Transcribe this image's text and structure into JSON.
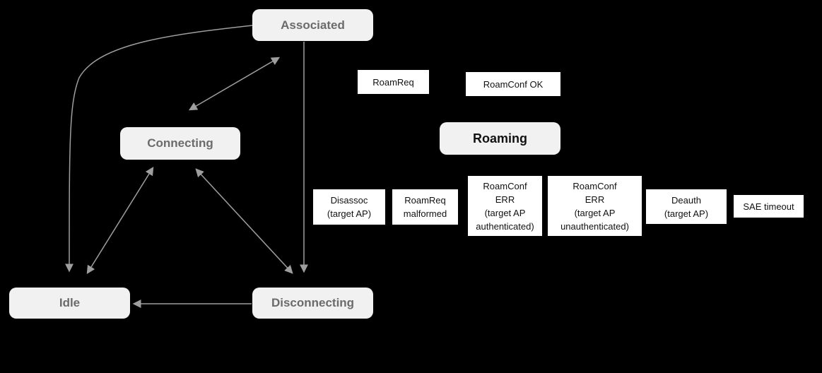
{
  "colors": {
    "background": "#000000",
    "state_fill": "#f1f1f1",
    "state_text": "#6b6b6b",
    "roaming_text": "#111111",
    "event_fill": "#ffffff",
    "event_text": "#111111",
    "arrow": "#9e9e9e"
  },
  "states": {
    "associated": "Associated",
    "connecting": "Connecting",
    "roaming": "Roaming",
    "idle": "Idle",
    "disconnecting": "Disconnecting"
  },
  "events": {
    "roamreq": "RoamReq",
    "roamconf_ok": "RoamConf OK",
    "disassoc": "Disassoc\n(target AP)",
    "roamreq_malformed": "RoamReq\nmalformed",
    "roamconf_err_auth": "RoamConf\nERR\n(target AP\nauthenticated)",
    "roamconf_err_unauth": "RoamConf\nERR\n(target AP\nunauthenticated)",
    "deauth": "Deauth\n(target AP)",
    "sae_timeout": "SAE timeout"
  },
  "transitions": [
    {
      "from": "associated",
      "to": "idle",
      "bidirectional": false,
      "style": "curved"
    },
    {
      "from": "associated",
      "to": "connecting",
      "bidirectional": true,
      "style": "straight"
    },
    {
      "from": "connecting",
      "to": "idle",
      "bidirectional": true,
      "style": "straight"
    },
    {
      "from": "connecting",
      "to": "disconnecting",
      "bidirectional": true,
      "style": "straight"
    },
    {
      "from": "associated",
      "to": "disconnecting",
      "bidirectional": false,
      "style": "straight"
    },
    {
      "from": "disconnecting",
      "to": "idle",
      "bidirectional": false,
      "style": "straight"
    }
  ]
}
